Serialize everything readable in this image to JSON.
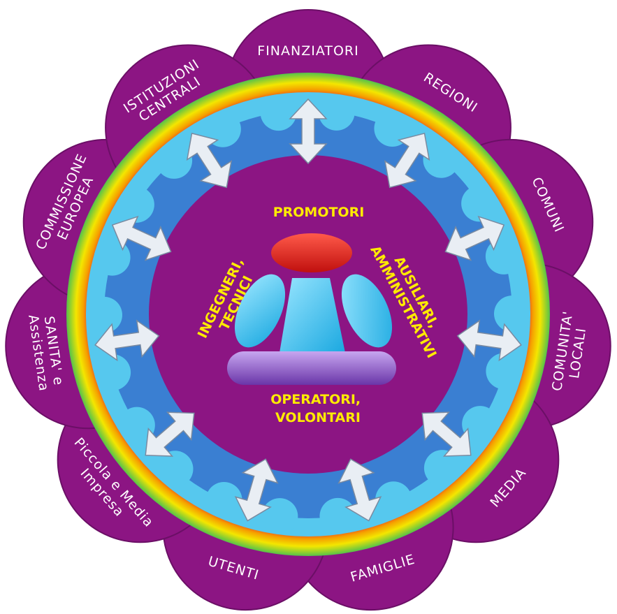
{
  "colors": {
    "petal": "#8c1583",
    "petal_edge": "#6b0f66",
    "band_pink": "#e25aa8",
    "band_red": "#e8262e",
    "band_orange": "#f5a000",
    "band_yellow": "#f4e600",
    "band_green": "#55c24a",
    "ring_blue": "#3a7fd2",
    "ring_light": "#56c8ee",
    "center_bg": "#8c1583",
    "arrow": "#e9eef4",
    "label_text": "#ffffff",
    "inner_text": "#ffeb00",
    "red_oval": "#e0201e",
    "cyan_shape": "#3cc8f0",
    "violet_bar": "#8a4fc6"
  },
  "outer_groups": [
    {
      "id": "finanziatori",
      "lines": [
        "FINANZIATORI"
      ]
    },
    {
      "id": "regioni",
      "lines": [
        "REGIONI"
      ]
    },
    {
      "id": "comuni",
      "lines": [
        "COMUNI"
      ]
    },
    {
      "id": "comunita-locali",
      "lines": [
        "COMUNITA'",
        "LOCALI"
      ]
    },
    {
      "id": "media",
      "lines": [
        "MEDIA"
      ]
    },
    {
      "id": "famiglie",
      "lines": [
        "FAMIGLIE"
      ]
    },
    {
      "id": "utenti",
      "lines": [
        "UTENTI"
      ]
    },
    {
      "id": "piccola-media-impresa",
      "lines": [
        "Piccola e Media",
        "Impresa"
      ]
    },
    {
      "id": "sanita-assistenza",
      "lines": [
        "SANITA' e",
        "Assistenza"
      ]
    },
    {
      "id": "commissione-europea",
      "lines": [
        "COMMISSIONE",
        "EUROPEA"
      ]
    },
    {
      "id": "istituzioni-centrali",
      "lines": [
        "ISTITUZIONI",
        "CENTRALI"
      ]
    }
  ],
  "inner_roles": {
    "promotori": "PROMOTORI",
    "ingegneri": [
      "INGEGNERI,",
      "TECNICI"
    ],
    "ausiliari": [
      "AUSILIARI,",
      "AMMINISTRATIVI"
    ],
    "operatori": [
      "OPERATORI,",
      "VOLONTARI"
    ]
  }
}
